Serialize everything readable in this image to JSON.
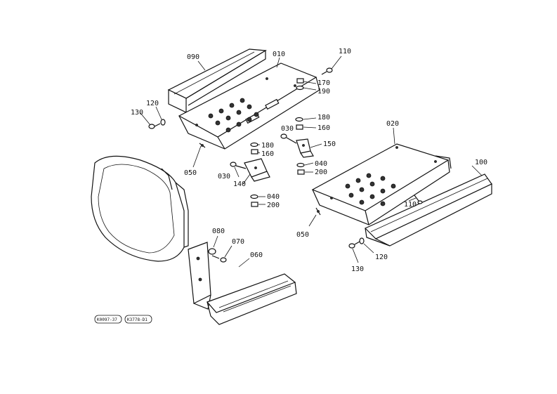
{
  "labels": {
    "l090": "090",
    "l010": "010",
    "l110a": "110",
    "l170": "170",
    "l190": "190",
    "l120a": "120",
    "l130a": "130",
    "l180a": "180",
    "l160a": "160",
    "l030a": "030",
    "l150": "150",
    "l180b": "180",
    "l160b": "160",
    "l050a": "050",
    "l030b": "030",
    "l140": "140",
    "l040a": "040",
    "l200a": "200",
    "l040b": "040",
    "l200b": "200",
    "l020": "020",
    "l100": "100",
    "l110b": "110",
    "l050b": "050",
    "l080": "080",
    "l070": "070",
    "l060": "060",
    "l120b": "120",
    "l130b": "130"
  },
  "refs": {
    "ref1": "K0097-37",
    "ref2": "K3778-D1"
  }
}
